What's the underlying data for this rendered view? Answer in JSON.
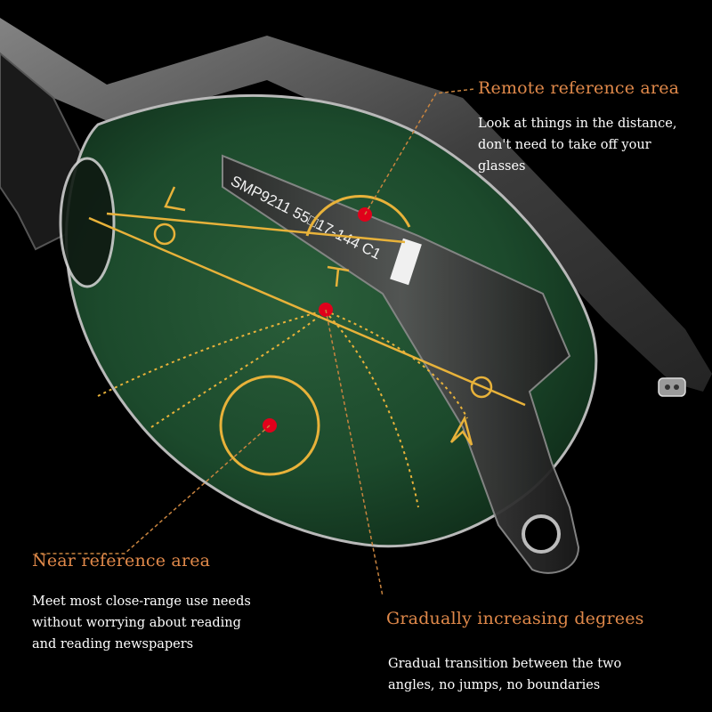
{
  "lens": {
    "temple_marking": "SMP9211 55□17-144  C1"
  },
  "remote_area": {
    "title": "Remote reference area",
    "description": "Look at things in the distance,\ndon't need to take off your\nglasses"
  },
  "near_area": {
    "title": "Near reference area",
    "description": "Meet most close-range use needs\nwithout worrying about reading\nand reading newspapers"
  },
  "gradual_area": {
    "title": "Gradually increasing degrees",
    "description": "Gradual transition between the two\nangles, no jumps, no boundaries"
  },
  "colors": {
    "accent_orange": "#e0894a",
    "guide_yellow": "#e8b23a",
    "marker_red": "#e0001b",
    "lens_green": "#1c4a2c",
    "frame_gray": "#5a5a5a"
  },
  "icons": [
    "distance-marker-icon",
    "center-marker-icon",
    "near-marker-icon",
    "axis-circle-icon",
    "fork-marker-icon",
    "hinge-screw-icon",
    "nose-pad-icon"
  ]
}
